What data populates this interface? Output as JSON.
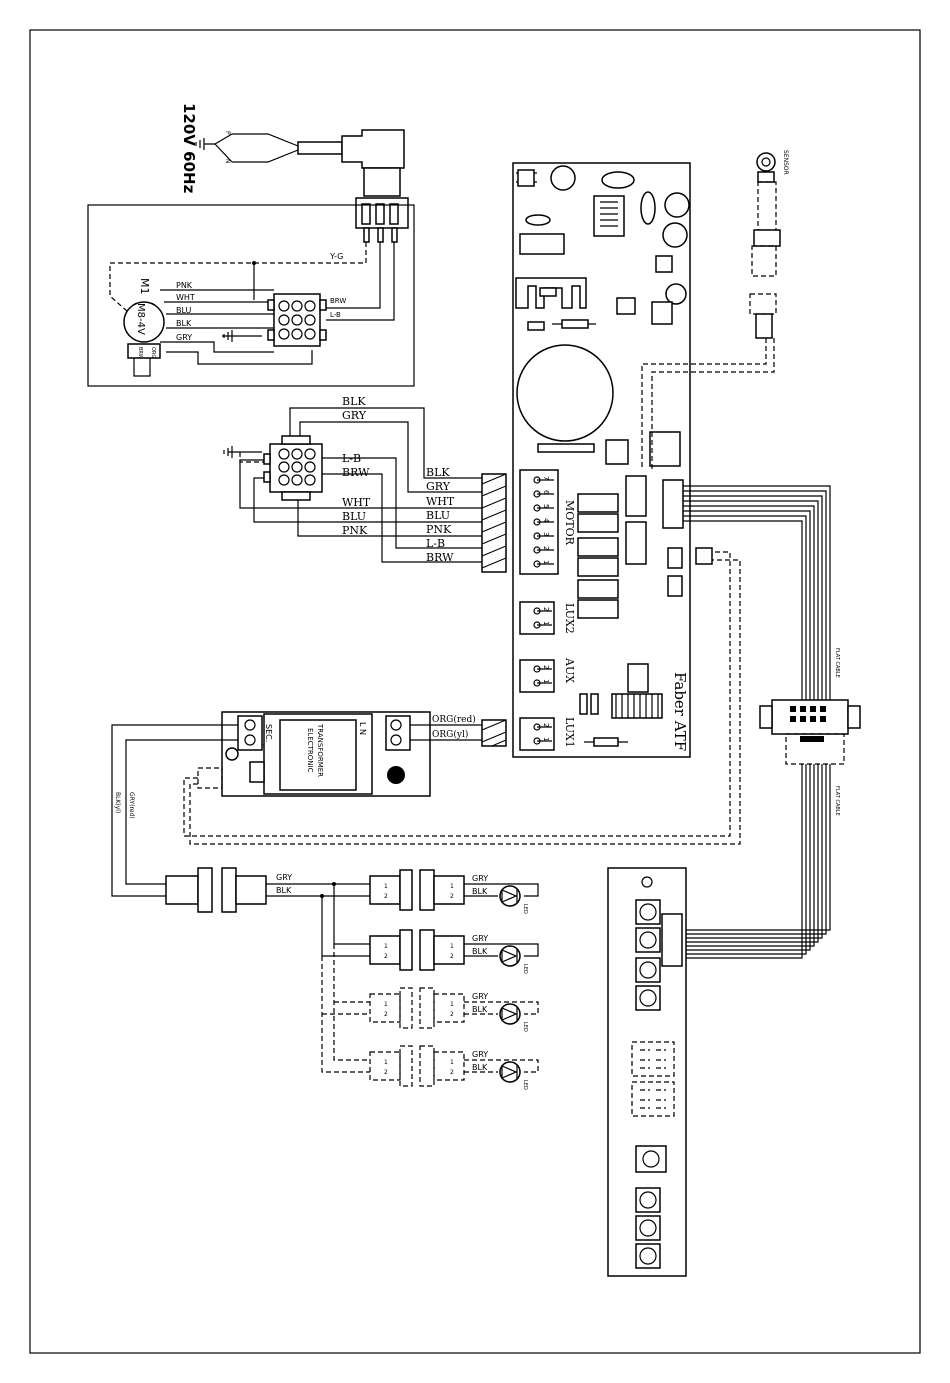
{
  "power": {
    "label": "120V  60Hz",
    "pin_p": "P",
    "pin_n": "N"
  },
  "motor": {
    "name": "M1",
    "model": "M8-4V",
    "wires": [
      "PNK",
      "WHT",
      "BLU",
      "BLK",
      "GRY"
    ],
    "cap_labels": [
      "BRW",
      "ORG"
    ],
    "block_right": [
      "BRW",
      "L-B"
    ],
    "ground_wire": "Y-G"
  },
  "harness": {
    "top": [
      "BLK",
      "GRY"
    ],
    "mid": [
      "L-B",
      "BRW"
    ],
    "bottom": [
      "WHT",
      "BLU",
      "PNK"
    ],
    "connector_wires": [
      "BLK",
      "GRY",
      "WHT",
      "BLU",
      "PNK",
      "L-B",
      "BRW"
    ]
  },
  "board": {
    "name": "Faber ATF",
    "motor_label": "MOTOR",
    "motor_pins": [
      "7",
      "6",
      "5",
      "4",
      "3",
      "2",
      "1"
    ],
    "lux2": "LUX2",
    "aux": "AUX",
    "lux1": "LUX1",
    "pins_two": [
      "2",
      "1"
    ]
  },
  "sensor": {
    "label": "SENSOR"
  },
  "transformer": {
    "label1": "ELECTRONIC",
    "label2": "TRANSFORMER",
    "sec": "SEC.",
    "minus": "-",
    "plus": "+",
    "ln": "L  N",
    "out1": "ORG(red)",
    "out2": "ORG(yl)",
    "left_wire1": "BLK(yl)",
    "left_wire2": "GRY(red)"
  },
  "leds": {
    "gry": "GRY",
    "blk": "BLK",
    "led": "LED",
    "pin1": "1",
    "pin2": "2"
  },
  "cables": {
    "flat": "FLAT CABLE"
  }
}
